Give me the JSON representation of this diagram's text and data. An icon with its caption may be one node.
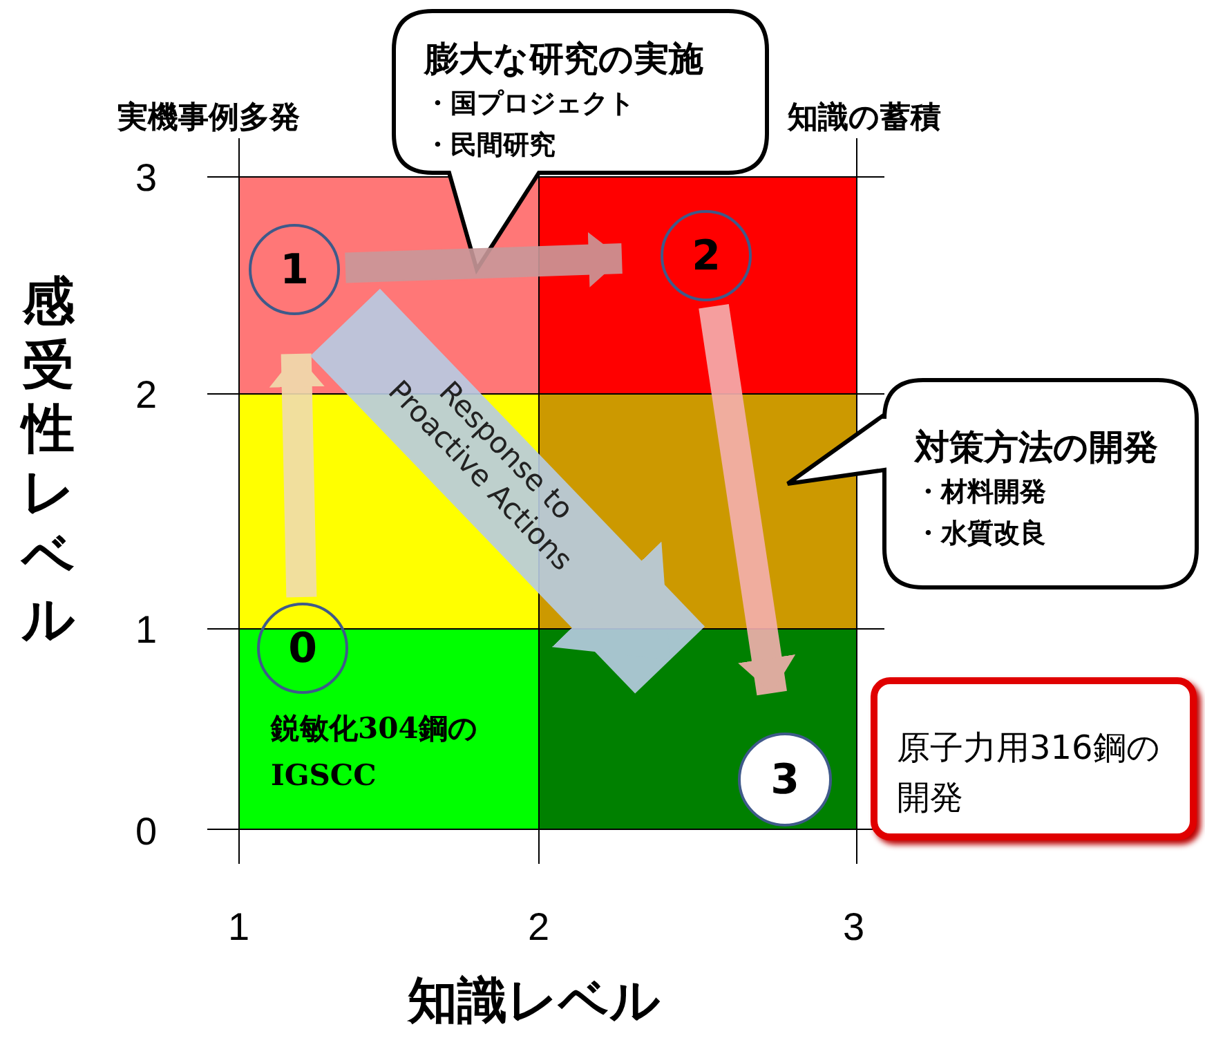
{
  "diagram": {
    "nodes": [
      {
        "text": [
          "1"
        ]
      },
      {
        "text": [
          "2"
        ]
      },
      {
        "text": [
          "0"
        ]
      },
      {
        "text": [
          "3"
        ]
      },
      {
        "text": [
          "膨大な研究の実施",
          "・国プロジェクト",
          "・民間研究"
        ]
      },
      {
        "text": [
          "対策方法の開発",
          "・材料開発",
          "・水質改良"
        ]
      },
      {
        "text": [
          "原子力用316鋼の開発"
        ]
      }
    ],
    "edges": [
      {
        "from": 2,
        "to": 0,
        "arrow": "to"
      },
      {
        "from": 0,
        "to": 1,
        "arrow": "to"
      },
      {
        "from": 1,
        "to": 3,
        "arrow": "to"
      },
      {
        "from": 0,
        "to": 3,
        "arrow": "to",
        "label": "Response to Proactive Actions",
        "style": "thick",
        "color": "#b8cce4"
      }
    ],
    "labels": [
      "実機事例多発",
      "知識の蓄積",
      "3",
      "感受性レベル",
      "2",
      "1",
      "鋭敏化304鋼のIGSCC",
      "0",
      "1",
      "2",
      "3",
      "知識レベル"
    ]
  }
}
